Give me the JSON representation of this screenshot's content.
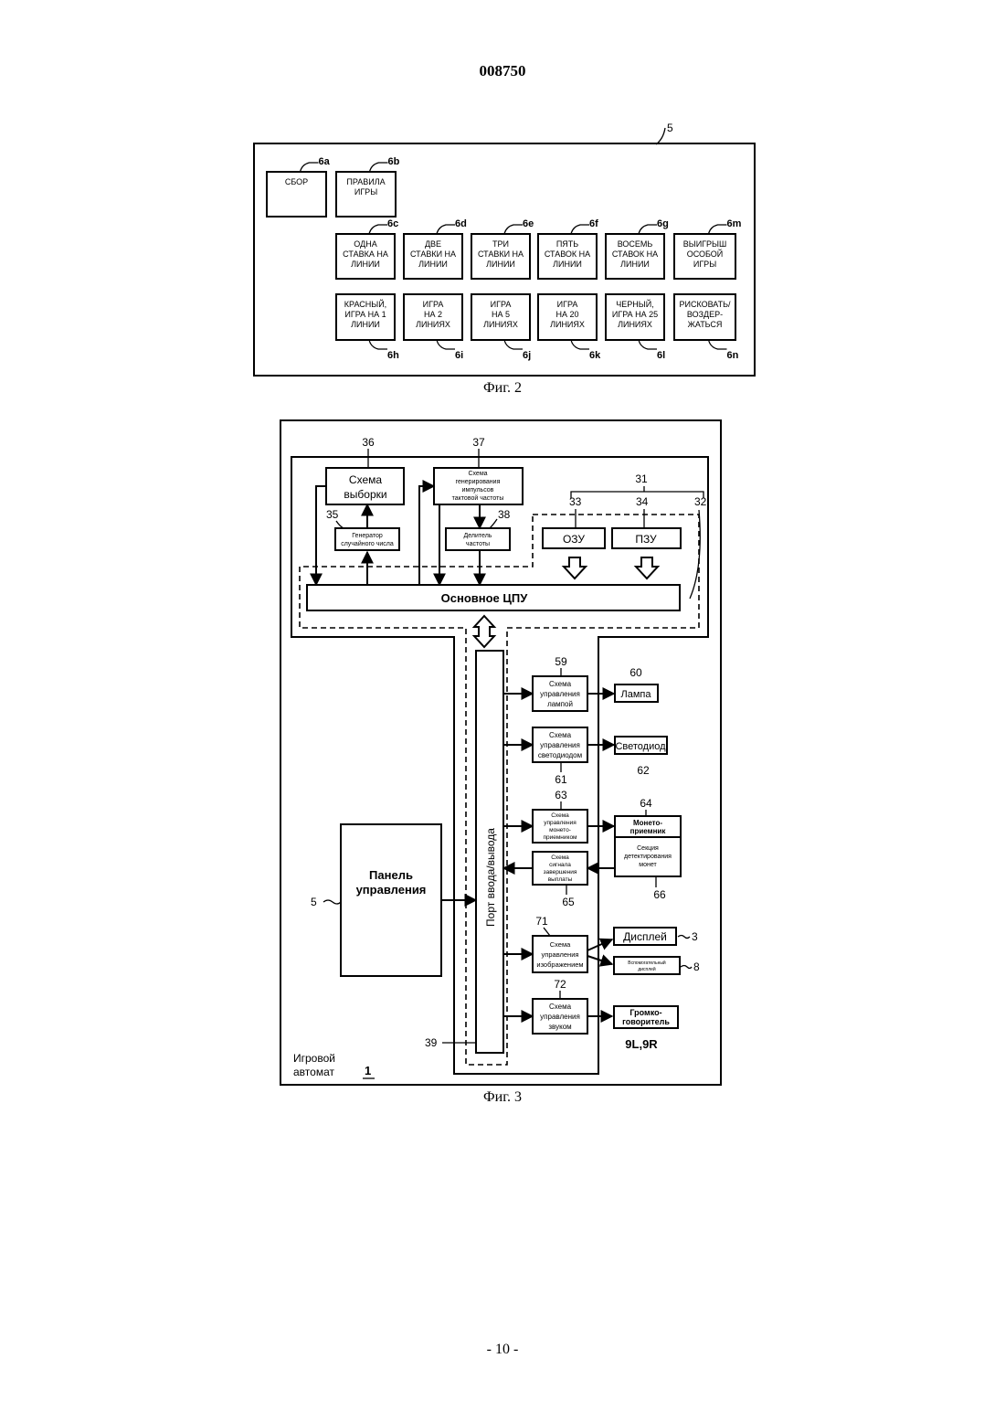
{
  "header": {
    "doc_number": "008750"
  },
  "fig2": {
    "caption": "Фиг. 2",
    "panel_ref": "5",
    "buttons": [
      {
        "ref": "6a",
        "lines": [
          "СБОР"
        ]
      },
      {
        "ref": "6b",
        "lines": [
          "ПРАВИЛА",
          "ИГРЫ"
        ]
      },
      {
        "ref": "6c",
        "lines": [
          "ОДНА",
          "СТАВКА НА",
          "ЛИНИИ"
        ]
      },
      {
        "ref": "6d",
        "lines": [
          "ДВЕ",
          "СТАВКИ НА",
          "ЛИНИИ"
        ]
      },
      {
        "ref": "6e",
        "lines": [
          "ТРИ",
          "СТАВКИ НА",
          "ЛИНИИ"
        ]
      },
      {
        "ref": "6f",
        "lines": [
          "ПЯТЬ",
          "СТАВОК НА",
          "ЛИНИИ"
        ]
      },
      {
        "ref": "6g",
        "lines": [
          "ВОСЕМЬ",
          "СТАВОК НА",
          "ЛИНИИ"
        ]
      },
      {
        "ref": "6m",
        "lines": [
          "ВЫИГРЫШ",
          "ОСОБОЙ",
          "ИГРЫ"
        ]
      },
      {
        "ref": "6h",
        "lines": [
          "КРАСНЫЙ,",
          "ИГРА НА 1",
          "ЛИНИИ"
        ]
      },
      {
        "ref": "6i",
        "lines": [
          "ИГРА",
          "НА 2",
          "ЛИНИЯХ"
        ]
      },
      {
        "ref": "6j",
        "lines": [
          "ИГРА",
          "НА 5",
          "ЛИНИЯХ"
        ]
      },
      {
        "ref": "6k",
        "lines": [
          "ИГРА",
          "НА 20",
          "ЛИНИЯХ"
        ]
      },
      {
        "ref": "6l",
        "lines": [
          "ЧЕРНЫЙ,",
          "ИГРА НА 25",
          "ЛИНИЯХ"
        ]
      },
      {
        "ref": "6n",
        "lines": [
          "РИСКОВАТЬ/",
          "ВОЗДЕР-",
          "ЖАТЬСЯ"
        ]
      }
    ]
  },
  "fig3": {
    "caption": "Фиг. 3",
    "refs": {
      "r1": "1",
      "r3": "3",
      "r5": "5",
      "r8": "8",
      "r31": "31",
      "r32": "32",
      "r33": "33",
      "r34": "34",
      "r35": "35",
      "r36": "36",
      "r37": "37",
      "r38": "38",
      "r39": "39",
      "r59": "59",
      "r60": "60",
      "r61": "61",
      "r62": "62",
      "r63": "63",
      "r64": "64",
      "r65": "65",
      "r66": "66",
      "r71": "71",
      "r72": "72",
      "r9": "9L,9R"
    },
    "labels": {
      "sampling": [
        "Схема",
        "выборки"
      ],
      "clock": [
        "Схема",
        "генерирования",
        "импульсов",
        "тактовой частоты"
      ],
      "rng": [
        "Генератор",
        "случайного числа"
      ],
      "divider": [
        "Делитель",
        "частоты"
      ],
      "ram": "ОЗУ",
      "rom": "ПЗУ",
      "cpu": "Основное ЦПУ",
      "io_port": "Порт ввода/вывода",
      "panel": [
        "Панель",
        "управления"
      ],
      "lamp_ctrl": [
        "Схема",
        "управления",
        "лампой"
      ],
      "lamp": "Лампа",
      "led_ctrl": [
        "Схема",
        "управления",
        "светодиодом"
      ],
      "led": "Светодиод",
      "coin_ctrl": [
        "Схема",
        "управления",
        "монето-",
        "приемником"
      ],
      "coin_acc": [
        "Монето-",
        "приемник"
      ],
      "coin_det": [
        "Секция",
        "детектирования",
        "монет"
      ],
      "payout": [
        "Схема",
        "сигнала",
        "завершения",
        "выплаты"
      ],
      "img_ctrl": [
        "Схема",
        "управления",
        "изображением"
      ],
      "display": "Дисплей",
      "aux_display": [
        "Вспомогательный",
        "дисплей"
      ],
      "sound_ctrl": [
        "Схема",
        "управления",
        "звуком"
      ],
      "speaker": [
        "Громко-",
        "говоритель"
      ],
      "machine": [
        "Игровой",
        "автомат"
      ]
    }
  },
  "footer": {
    "page": "- 10 -"
  }
}
